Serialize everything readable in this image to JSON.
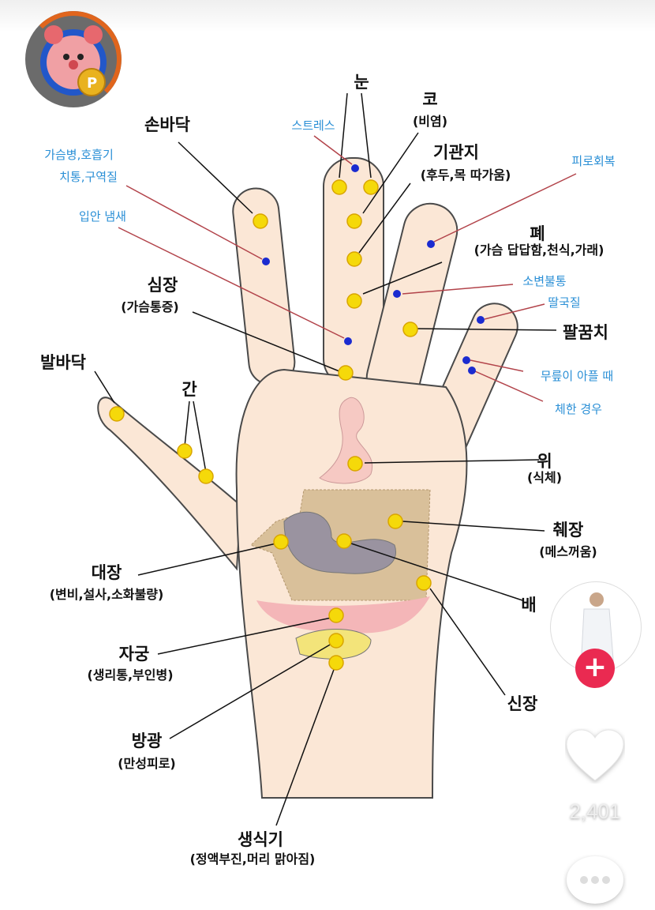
{
  "labels": [
    {
      "text": "눈"
    },
    {
      "text": "코"
    },
    {
      "text": "(비염)"
    },
    {
      "text": "스트레스"
    },
    {
      "text": "손바닥"
    },
    {
      "text": "기관지"
    },
    {
      "text": "(후두,목 따가움)"
    },
    {
      "text": "피로회복"
    },
    {
      "text": "가슴병,호흡기"
    },
    {
      "text": "치통,구역질"
    },
    {
      "text": "입안 냄새"
    },
    {
      "text": "폐"
    },
    {
      "text": "(가슴 답답함,천식,가래)"
    },
    {
      "text": "소변불통"
    },
    {
      "text": "딸국질"
    },
    {
      "text": "심장"
    },
    {
      "text": "(가슴통증)"
    },
    {
      "text": "팔꿈치"
    },
    {
      "text": "발바닥"
    },
    {
      "text": "간"
    },
    {
      "text": "무릎이 아플 때"
    },
    {
      "text": "체한 경우"
    },
    {
      "text": "위"
    },
    {
      "text": "(식체)"
    },
    {
      "text": "췌장"
    },
    {
      "text": "(메스꺼움)"
    },
    {
      "text": "대장"
    },
    {
      "text": "(변비,설사,소화불량)"
    },
    {
      "text": "배"
    },
    {
      "text": "자궁"
    },
    {
      "text": "(생리통,부인병)"
    },
    {
      "text": "신장"
    },
    {
      "text": "방광"
    },
    {
      "text": "(만성피로)"
    },
    {
      "text": "생식기"
    },
    {
      "text": "(정액부진,머리 맑아짐)"
    }
  ],
  "sidebar": {
    "like_count": "2,401",
    "follow_icon": "plus-icon"
  },
  "colors": {
    "accent": "#ea2a51",
    "point": "#f5d90a",
    "blue_point": "#1b2bd0",
    "label_blue": "#2a8fd6"
  }
}
